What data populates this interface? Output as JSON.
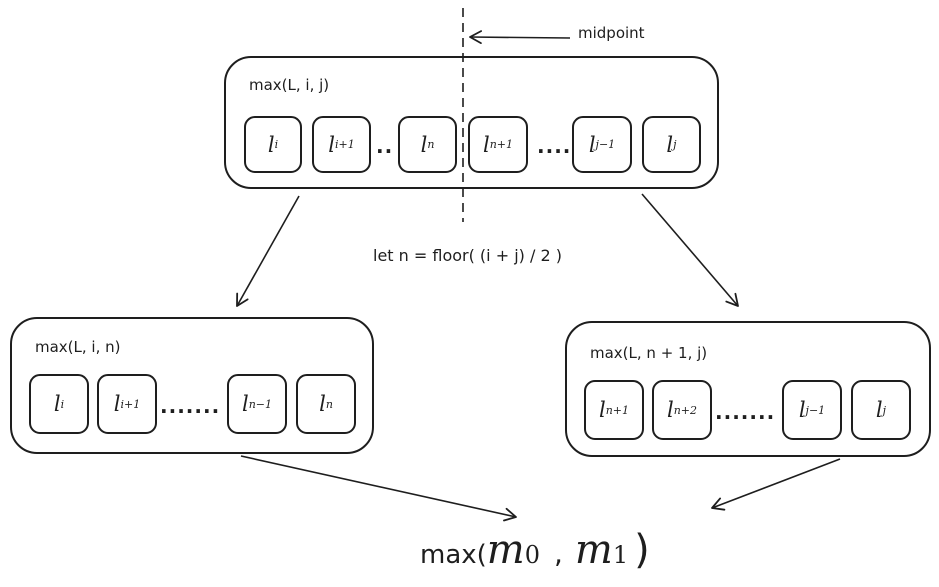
{
  "midpoint_label": "midpoint",
  "formula": "let n = floor( (i + j) / 2 )",
  "top": {
    "title": "max(L, i, j)",
    "cells": [
      {
        "base": "l",
        "sub": "i"
      },
      {
        "base": "l",
        "sub": "i+1"
      },
      {
        "base": "l",
        "sub": "n"
      },
      {
        "base": "l",
        "sub": "n+1"
      },
      {
        "base": "l",
        "sub": "j−1"
      },
      {
        "base": "l",
        "sub": "j"
      }
    ],
    "dots": [
      "..",
      "...."
    ]
  },
  "left": {
    "title": "max(L, i, n)",
    "cells": [
      {
        "base": "l",
        "sub": "i"
      },
      {
        "base": "l",
        "sub": "i+1"
      },
      {
        "base": "l",
        "sub": "n−1"
      },
      {
        "base": "l",
        "sub": "n"
      }
    ],
    "dots": "......."
  },
  "right": {
    "title": "max(L, n + 1, j)",
    "cells": [
      {
        "base": "l",
        "sub": "n+1"
      },
      {
        "base": "l",
        "sub": "n+2"
      },
      {
        "base": "l",
        "sub": "j−1"
      },
      {
        "base": "l",
        "sub": "j"
      }
    ],
    "dots": "......."
  },
  "result": {
    "prefix": "max(",
    "m0": "m",
    "m0_sub": "0",
    "comma": ",",
    "m1": "m",
    "m1_sub": "1",
    "suffix": ")"
  }
}
